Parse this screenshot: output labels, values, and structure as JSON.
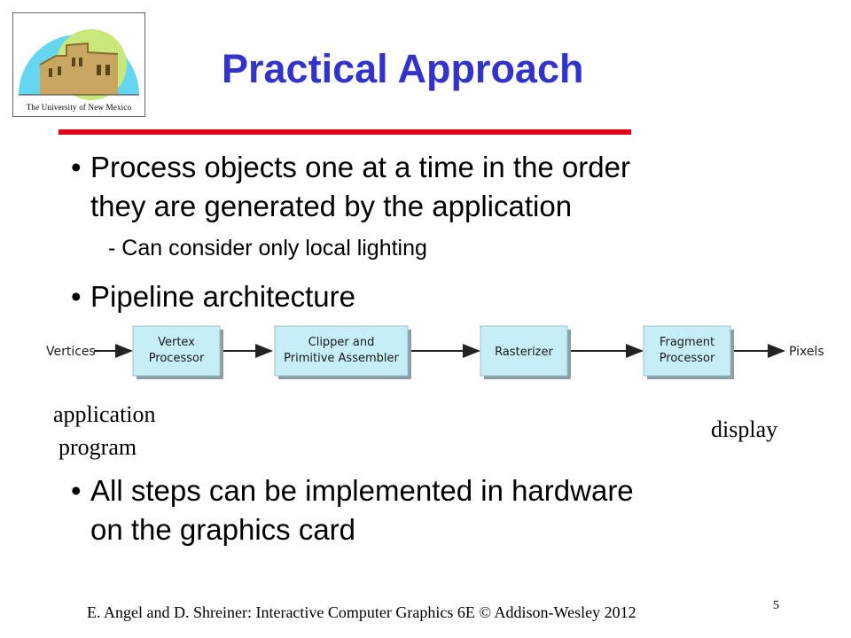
{
  "logo": {
    "caption": "The University of New Mexico",
    "sun_color": "#c8e87a",
    "sky_color": "#66d6f0",
    "building_color": "#c8a860"
  },
  "title": "Practical Approach",
  "accent": {
    "title_color": "#3333cc",
    "rule_color": "#e0001a",
    "box_color": "#c6eef7"
  },
  "bullets": [
    {
      "marker": "•",
      "lines": [
        "Process objects one at a time in the order",
        "they are generated by the application"
      ]
    },
    {
      "marker": "•",
      "lines": [
        "Pipeline architecture"
      ]
    },
    {
      "marker": "•",
      "lines": [
        "All steps can be implemented in hardware",
        "on the graphics card"
      ]
    }
  ],
  "sub_bullet": "- Can consider only local lighting",
  "pipeline": {
    "input": "Vertices",
    "output": "Pixels",
    "stages": [
      {
        "lines": [
          "Vertex",
          "Processor"
        ]
      },
      {
        "lines": [
          "Clipper and",
          "Primitive Assembler"
        ]
      },
      {
        "lines": [
          "Rasterizer"
        ]
      },
      {
        "lines": [
          "Fragment",
          "Processor"
        ]
      }
    ]
  },
  "annotations": {
    "application": "application",
    "program": "program",
    "display": "display"
  },
  "footer": "E. Angel and D. Shreiner: Interactive Computer Graphics 6E © Addison-Wesley 2012",
  "page_number": "5"
}
